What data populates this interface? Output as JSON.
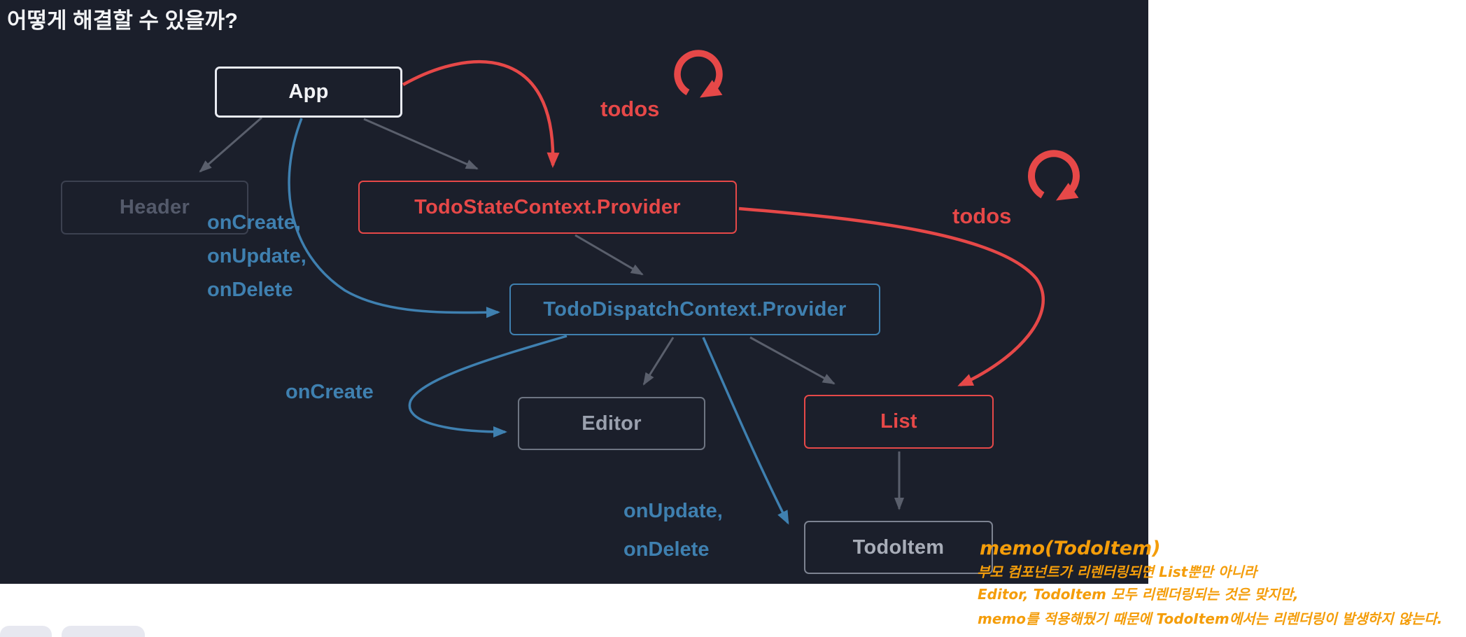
{
  "title": "어떻게 해결할 수 있을까?",
  "nodes": {
    "app": "App",
    "header": "Header",
    "state_provider": "TodoStateContext.Provider",
    "dispatch_provider": "TodoDispatchContext.Provider",
    "editor": "Editor",
    "list": "List",
    "todo_item": "TodoItem"
  },
  "labels": {
    "todos_top": "todos",
    "todos_right": "todos",
    "dispatch_props": [
      "onCreate,",
      "onUpdate,",
      "onDelete"
    ],
    "on_create": "onCreate",
    "on_update_delete": [
      "onUpdate,",
      "onDelete"
    ]
  },
  "annotation": {
    "title": "memo(TodoItem)",
    "lines": [
      "부모 컴포넌트가 리렌터링되면 List뿐만 아니라",
      "Editor, TodoItem 모두 리렌더링되는 것은 맞지만,",
      "memo를 적용해뒀기 때문에 TodoItem에서는 리렌더링이 발생하지 않는다."
    ]
  },
  "edges": [
    {
      "from": "App",
      "to": "Header",
      "color": "gray"
    },
    {
      "from": "App",
      "to": "TodoStateContext.Provider",
      "color": "gray"
    },
    {
      "from": "App",
      "to": "TodoStateContext.Provider",
      "color": "red",
      "label": "todos"
    },
    {
      "from": "App",
      "to": "TodoDispatchContext.Provider",
      "color": "blue",
      "label": "onCreate, onUpdate, onDelete"
    },
    {
      "from": "TodoStateContext.Provider",
      "to": "TodoDispatchContext.Provider",
      "color": "gray"
    },
    {
      "from": "TodoStateContext.Provider",
      "to": "List",
      "color": "red",
      "label": "todos"
    },
    {
      "from": "TodoDispatchContext.Provider",
      "to": "Editor",
      "color": "gray"
    },
    {
      "from": "TodoDispatchContext.Provider",
      "to": "Editor",
      "color": "blue",
      "label": "onCreate"
    },
    {
      "from": "TodoDispatchContext.Provider",
      "to": "List",
      "color": "gray"
    },
    {
      "from": "TodoDispatchContext.Provider",
      "to": "TodoItem",
      "color": "blue",
      "label": "onUpdate, onDelete"
    },
    {
      "from": "List",
      "to": "TodoItem",
      "color": "gray"
    }
  ],
  "icons": {
    "todos_top_icon": "refresh-icon",
    "todos_right_icon": "refresh-icon"
  },
  "colors": {
    "background": "#1b1f2b",
    "red": "#e64848",
    "blue": "#3f80b0",
    "arrow_gray": "#5a5f6c",
    "annotation_orange": "#f49d0a",
    "node_white": "#eceef2",
    "muted_gray": "#545a6b",
    "pill_gray": "#e7e8f0"
  }
}
